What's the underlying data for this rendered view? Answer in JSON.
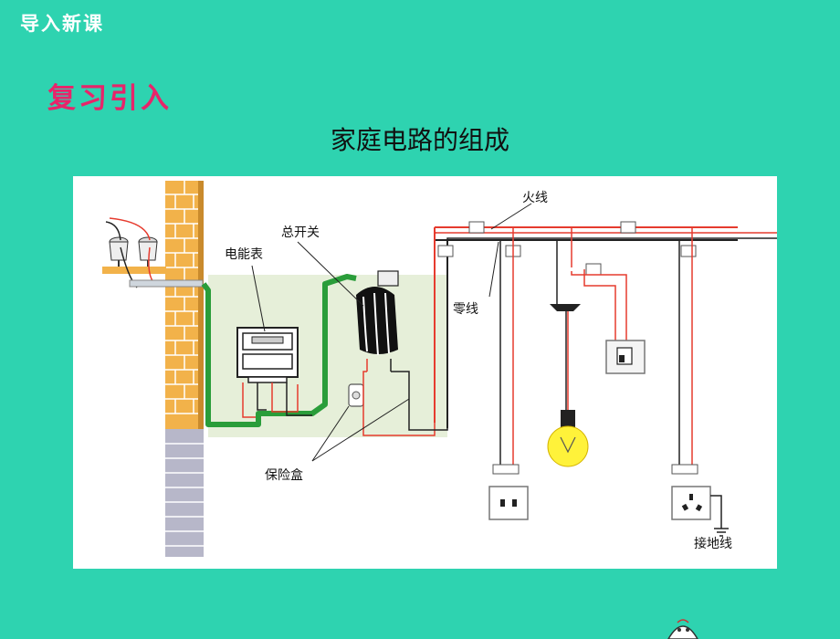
{
  "slide": {
    "section_tag": "导入新课",
    "heading": "复习引入",
    "subtitle": "家庭电路的组成"
  },
  "diagram": {
    "labels": {
      "live_wire": "火线",
      "neutral_wire": "零线",
      "main_switch": "总开关",
      "meter": "电能表",
      "fuse_box": "保险盒",
      "ground_wire": "接地线"
    }
  },
  "colors": {
    "background": "#2ed3b0",
    "heading": "#e8246a",
    "live_wire": "#e63b2e",
    "neutral_wire": "#222222",
    "service_cable": "#2a9d3a",
    "panel": "#e6efd9",
    "brick": "#f2b24a",
    "foundation": "#b7b7c9"
  }
}
